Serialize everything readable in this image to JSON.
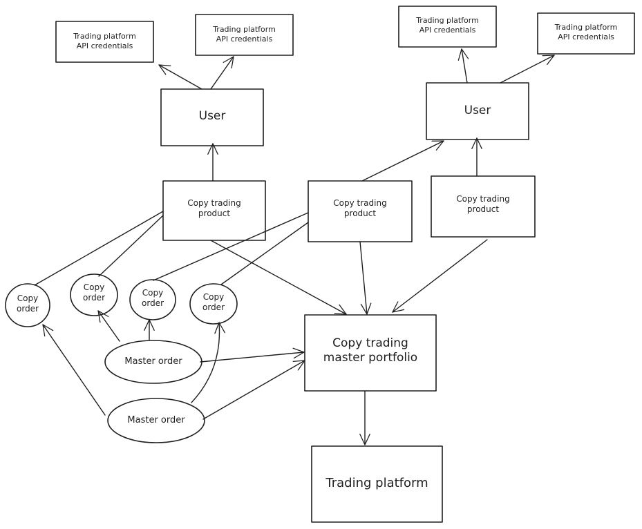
{
  "nodes": {
    "api_1": {
      "lines": [
        "Trading platform",
        "API credentials"
      ]
    },
    "api_2": {
      "lines": [
        "Trading platform",
        "API credentials"
      ]
    },
    "api_3": {
      "lines": [
        "Trading platform",
        "API credentials"
      ]
    },
    "api_4": {
      "lines": [
        "Trading platform",
        "API credentials"
      ]
    },
    "user_1": {
      "lines": [
        "User"
      ]
    },
    "user_2": {
      "lines": [
        "User"
      ]
    },
    "product_1": {
      "lines": [
        "Copy trading",
        "product"
      ]
    },
    "product_2": {
      "lines": [
        "Copy trading",
        "product"
      ]
    },
    "product_3": {
      "lines": [
        "Copy trading",
        "product"
      ]
    },
    "copy_order_1": {
      "lines": [
        "Copy",
        "order"
      ]
    },
    "copy_order_2": {
      "lines": [
        "Copy",
        "order"
      ]
    },
    "copy_order_3": {
      "lines": [
        "Copy",
        "order"
      ]
    },
    "copy_order_4": {
      "lines": [
        "Copy",
        "order"
      ]
    },
    "master_order_1": {
      "lines": [
        "Master order"
      ]
    },
    "master_order_2": {
      "lines": [
        "Master order"
      ]
    },
    "master_portfolio": {
      "lines": [
        "Copy trading",
        "master portfolio"
      ]
    },
    "trading_platform": {
      "lines": [
        "Trading platform"
      ]
    }
  }
}
